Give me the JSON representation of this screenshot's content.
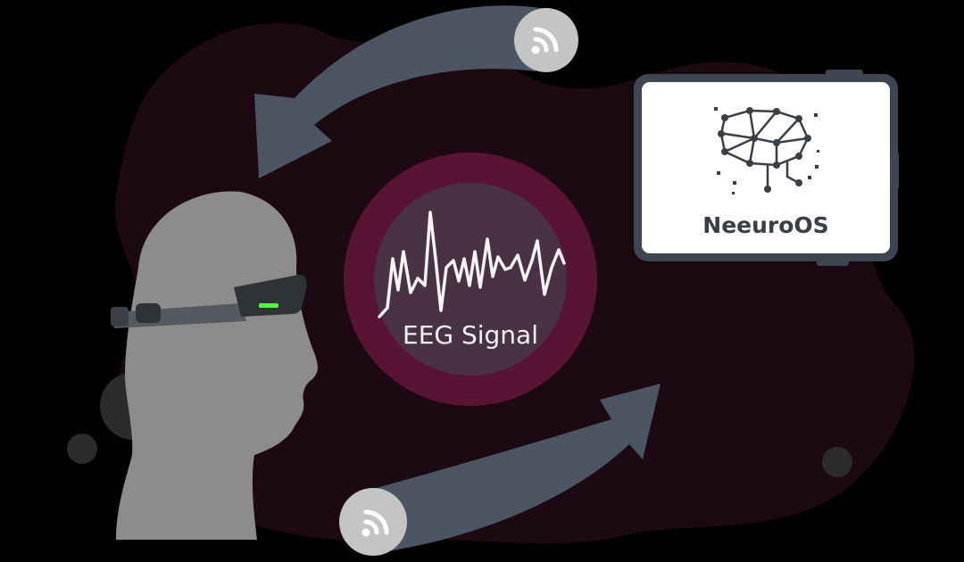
{
  "eeg": {
    "label": "EEG Signal"
  },
  "device": {
    "brand": "NeeuroOS",
    "icon": "brain-network-icon"
  },
  "headband": {
    "led_color": "#4cff3a",
    "icon": "headband-icon"
  },
  "arrows": [
    {
      "icon": "wifi-icon",
      "direction": "device-to-head"
    },
    {
      "icon": "wifi-icon",
      "direction": "head-to-device"
    }
  ],
  "colors": {
    "background": "#000000",
    "blob": "#1c0912",
    "ring": "#5a1433",
    "ring_inner": "#4a3245",
    "arrow": "#4b5563",
    "head": "#8c8c8c",
    "device_border": "#3f4652"
  }
}
